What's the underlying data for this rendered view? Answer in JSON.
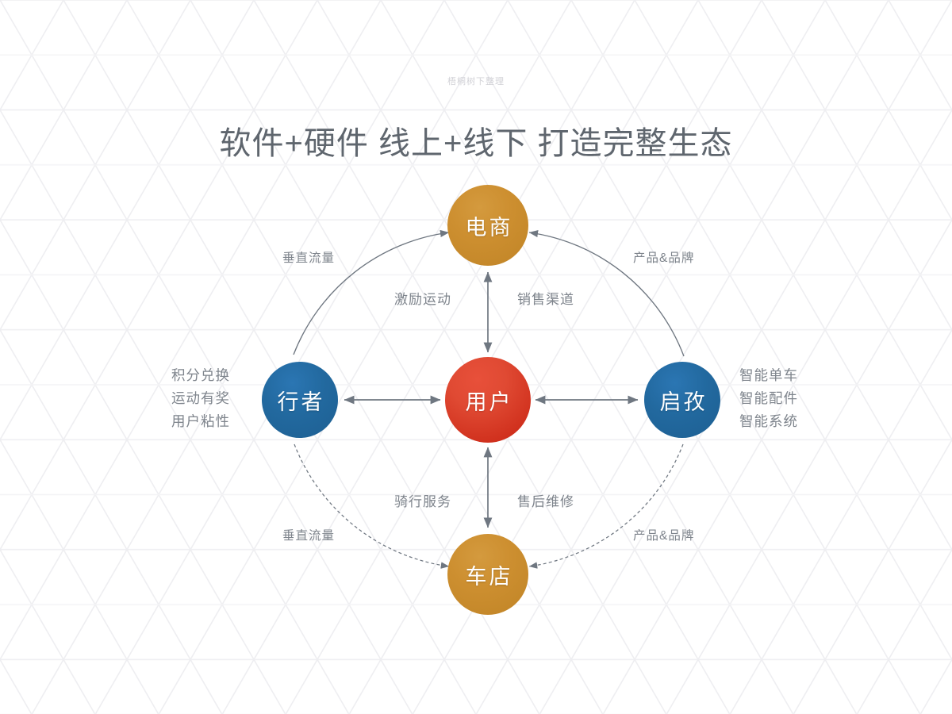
{
  "watermark": "梧桐树下整理",
  "title": "软件+硬件 线上+线下 打造完整生态",
  "colors": {
    "center": "#d0301d",
    "gold": "#cd8f30",
    "blue": "#22699f",
    "text": "#7e848c",
    "title": "#5f666e",
    "connector": "#6f7781",
    "background": "#ffffff",
    "pattern": "#f0f0f2"
  },
  "nodes": {
    "center": {
      "label": "用户",
      "role": "hub"
    },
    "top": {
      "label": "电商",
      "role": "channel"
    },
    "right": {
      "label": "启孜",
      "role": "brand"
    },
    "bottom": {
      "label": "车店",
      "role": "retail"
    },
    "left": {
      "label": "行者",
      "role": "app"
    }
  },
  "edges": {
    "center_top_left": "激励运动",
    "center_top_right": "销售渠道",
    "center_bottom_left": "骑行服务",
    "center_bottom_right": "售后维修",
    "arc_top_left": "垂直流量",
    "arc_top_right": "产品&品牌",
    "arc_bottom_left": "垂直流量",
    "arc_bottom_right": "产品&品牌"
  },
  "annotations": {
    "left": [
      "积分兑换",
      "运动有奖",
      "用户粘性"
    ],
    "right": [
      "智能单车",
      "智能配件",
      "智能系统"
    ]
  }
}
